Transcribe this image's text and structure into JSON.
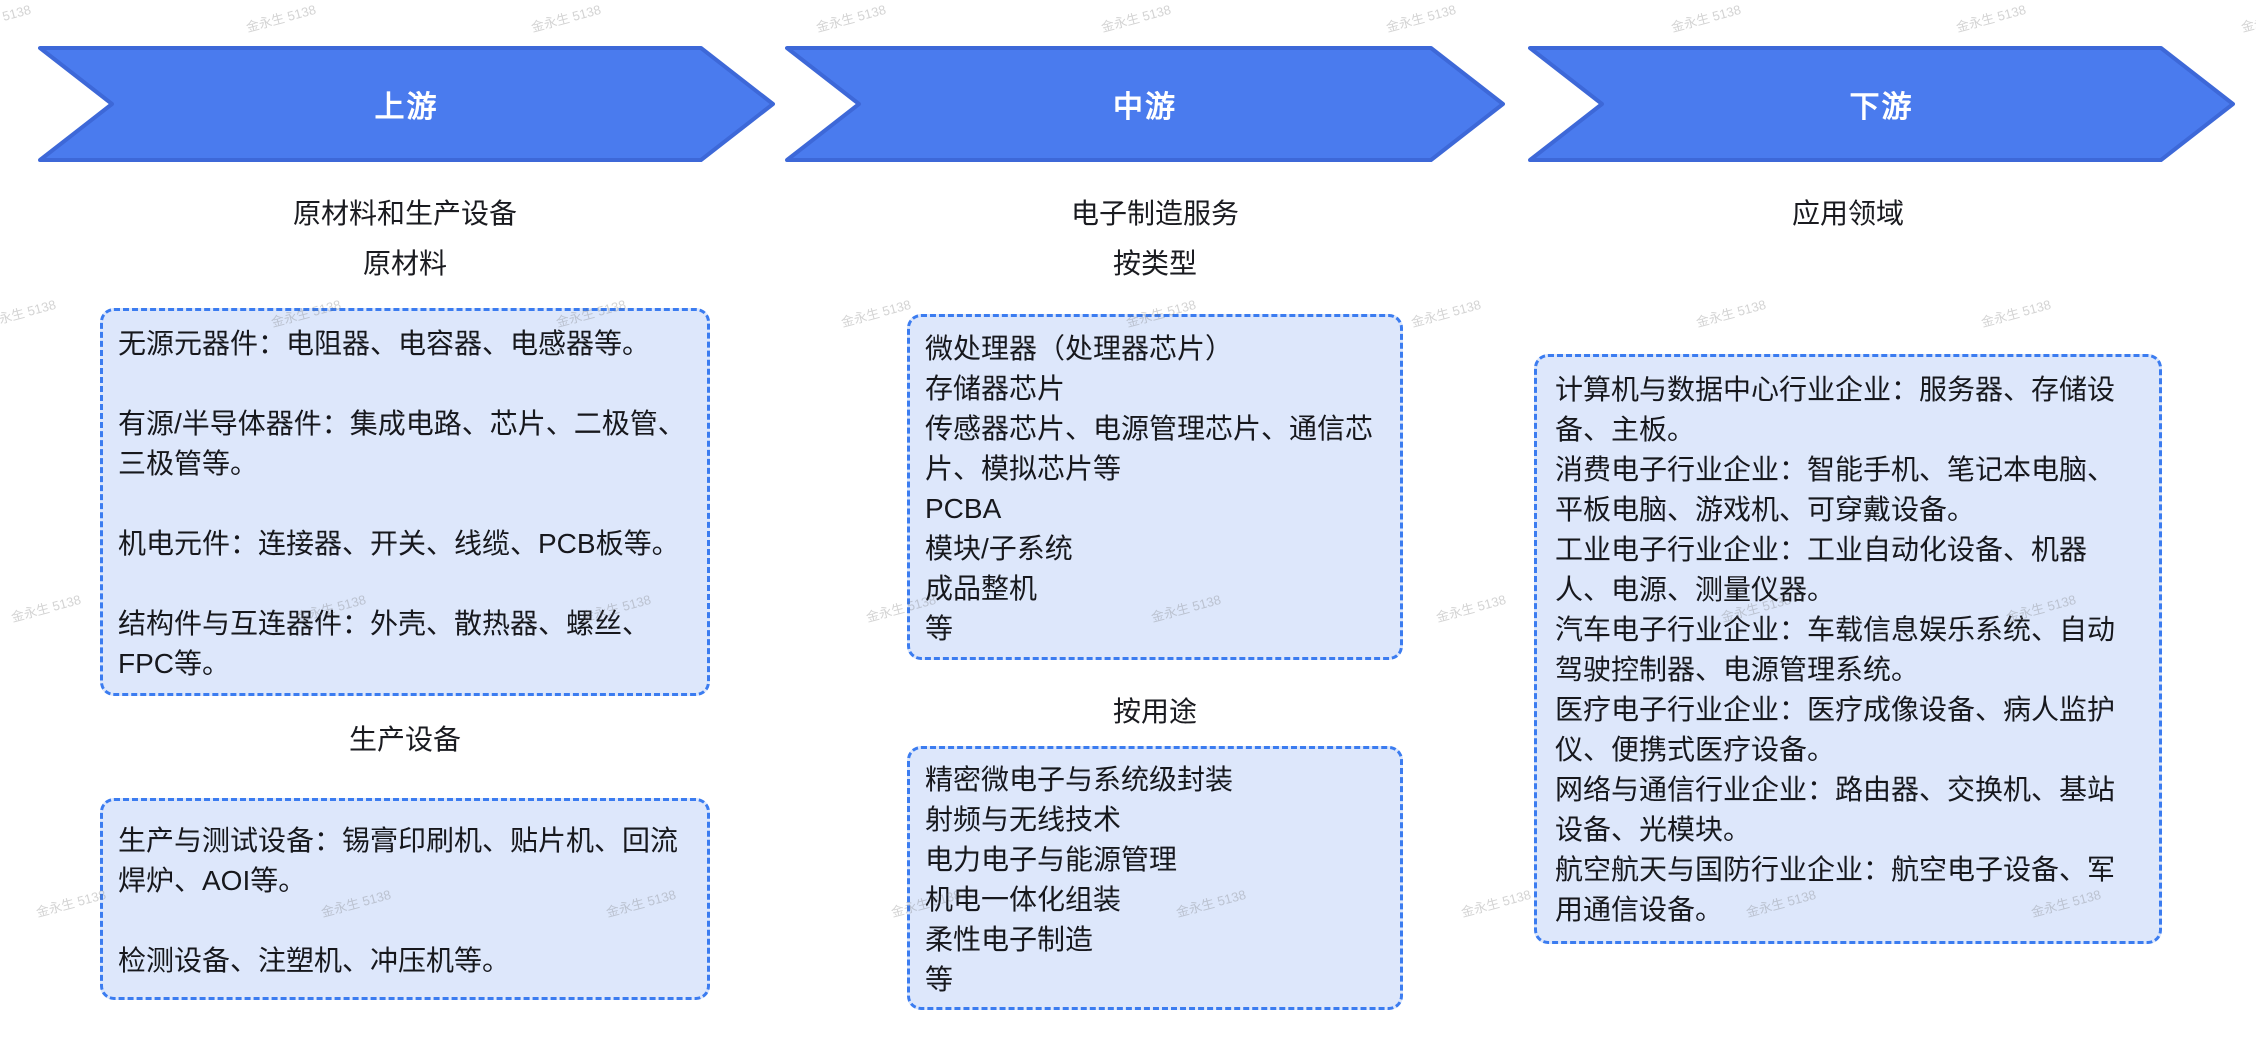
{
  "watermark": {
    "text": "金永生 5138"
  },
  "colors": {
    "arrow_fill": "#4A7BEE",
    "arrow_border": "#3D68D8",
    "box_fill": "#DDE7FB",
    "box_border": "#3B7CF0",
    "text": "#17181D"
  },
  "columns": [
    {
      "arrow_label": "上游",
      "header": "原材料和生产设备",
      "sections": [
        {
          "label": "原材料",
          "items": [
            "无源元器件：电阻器、电容器、电感器等。",
            "有源/半导体器件：集成电路、芯片、二极管、三极管等。",
            "机电元件：连接器、开关、线缆、PCB板等。",
            "结构件与互连器件：外壳、散热器、螺丝、FPC等。"
          ]
        },
        {
          "label": "生产设备",
          "items": [
            "生产与测试设备：锡膏印刷机、贴片机、回流焊炉、AOI等。",
            "检测设备、注塑机、冲压机等。"
          ]
        }
      ]
    },
    {
      "arrow_label": "中游",
      "header": "电子制造服务",
      "sections": [
        {
          "label": "按类型",
          "items": [
            "微处理器（处理器芯片）",
            "存储器芯片",
            "传感器芯片、电源管理芯片、通信芯片、模拟芯片等",
            "PCBA",
            "模块/子系统",
            "成品整机",
            "等"
          ]
        },
        {
          "label": "按用途",
          "items": [
            "精密微电子与系统级封装",
            "射频与无线技术",
            "电力电子与能源管理",
            "机电一体化组装",
            "柔性电子制造",
            "等"
          ]
        }
      ]
    },
    {
      "arrow_label": "下游",
      "header": "应用领域",
      "sections": [
        {
          "label": "",
          "items": [
            "计算机与数据中心行业企业：服务器、存储设备、主板。",
            "消费电子行业企业：智能手机、笔记本电脑、平板电脑、游戏机、可穿戴设备。",
            "工业电子行业企业：工业自动化设备、机器人、电源、测量仪器。",
            "汽车电子行业企业：车载信息娱乐系统、自动驾驶控制器、电源管理系统。",
            "医疗电子行业企业：医疗成像设备、病人监护仪、便携式医疗设备。",
            "网络与通信行业企业：路由器、交换机、基站设备、光模块。",
            "航空航天与国防行业企业：航空电子设备、军用通信设备。"
          ]
        }
      ]
    }
  ]
}
